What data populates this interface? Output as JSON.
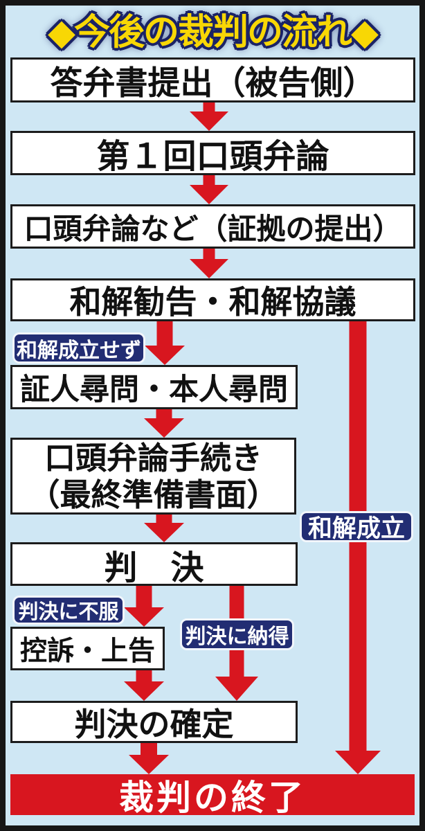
{
  "title": "◆今後の裁判の流れ◆",
  "flow": {
    "boxes": [
      {
        "label": "答弁書提出（被告側）"
      },
      {
        "label": "第１回口頭弁論"
      },
      {
        "label": "口頭弁論など（証拠の提出）"
      },
      {
        "label": "和解勧告・和解協議"
      },
      {
        "label": "証人尋問・本人尋問"
      },
      {
        "label": "口頭弁論手続き",
        "label2": "（最終準備書面）"
      },
      {
        "label": "判　決"
      },
      {
        "label": "控訴・上告"
      },
      {
        "label": "判決の確定"
      }
    ],
    "tags": {
      "no_settlement": "和解成立せず",
      "settlement": "和解成立",
      "dissatisfied": "判決に不服",
      "accepted": "判決に納得"
    },
    "end_banner": "裁判の終了"
  },
  "colors": {
    "background": "#cfe7f4",
    "arrow_red": "#d8161f",
    "tag_navy": "#222d73",
    "title_yellow": "#f8d705",
    "box_border": "#1c1c1c"
  }
}
